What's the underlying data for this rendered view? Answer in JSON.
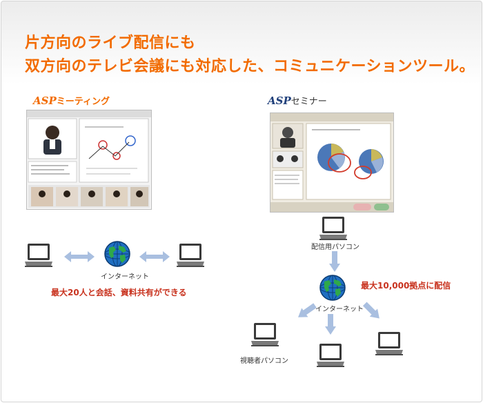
{
  "headline": {
    "line1": "片方向のライブ配信にも",
    "line2": "双方向のテレビ会議にも対応した、コミュニケーションツール。"
  },
  "meeting": {
    "brand": "ASP",
    "name": "ミーティング",
    "network_label": "インターネット",
    "caption": "最大20人と会話、資料共有ができる"
  },
  "seminar": {
    "brand": "ASP",
    "name": "セミナー",
    "sender_label": "配信用パソコン",
    "network_label": "インターネット",
    "caption": "最大10,000拠点に配信",
    "viewer_label": "視聴者パソコン"
  },
  "colors": {
    "headline": "#f26b00",
    "caption": "#c8321e",
    "seminar_brand": "#1f3f7a",
    "arrow": "#a9bfe0"
  },
  "icons": [
    "laptop-icon",
    "globe-icon",
    "double-arrow-icon",
    "down-arrow-icon"
  ]
}
